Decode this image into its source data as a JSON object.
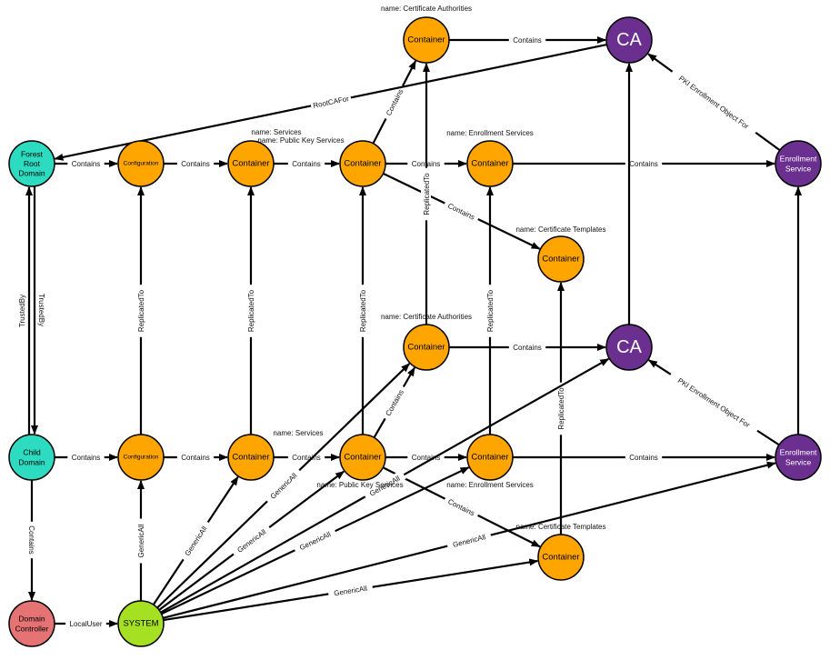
{
  "colors": {
    "domain": "#2ddbc0",
    "controller": "#e57373",
    "system": "#a6e022",
    "container": "#ffa500",
    "ca": "#6a2f8f",
    "edge": "#000000"
  },
  "nodes": [
    {
      "id": "frd",
      "lines": [
        "Forest",
        "Root",
        "Domain"
      ],
      "kind": "domain",
      "caption": ""
    },
    {
      "id": "cfg1",
      "lines": [
        "Configuration"
      ],
      "kind": "container",
      "caption": ""
    },
    {
      "id": "svc1",
      "lines": [
        "Container"
      ],
      "kind": "container",
      "caption": "name: Services"
    },
    {
      "id": "pks1",
      "lines": [
        "Container"
      ],
      "kind": "container",
      "caption": "name: Public Key Services"
    },
    {
      "id": "ca1c",
      "lines": [
        "Container"
      ],
      "kind": "container",
      "caption": "name: Certificate Authorities"
    },
    {
      "id": "ca1",
      "lines": [
        "CA"
      ],
      "kind": "ca",
      "caption": ""
    },
    {
      "id": "es1c",
      "lines": [
        "Container"
      ],
      "kind": "container",
      "caption": "name: Enrollment Services"
    },
    {
      "id": "ct1",
      "lines": [
        "Container"
      ],
      "kind": "container",
      "caption": "name: Certificate Templates"
    },
    {
      "id": "eso1",
      "lines": [
        "Enrollment",
        "Service"
      ],
      "kind": "ca",
      "caption": ""
    },
    {
      "id": "cd",
      "lines": [
        "Child",
        "Domain"
      ],
      "kind": "domain",
      "caption": ""
    },
    {
      "id": "cfg2",
      "lines": [
        "Configuration"
      ],
      "kind": "container",
      "caption": ""
    },
    {
      "id": "svc2",
      "lines": [
        "Container"
      ],
      "kind": "container",
      "caption": "name: Services"
    },
    {
      "id": "pks2",
      "lines": [
        "Container"
      ],
      "kind": "container",
      "caption": "name: Public Key Services"
    },
    {
      "id": "ca2c",
      "lines": [
        "Container"
      ],
      "kind": "container",
      "caption": "name: Certificate Authorities"
    },
    {
      "id": "ca2",
      "lines": [
        "CA"
      ],
      "kind": "ca",
      "caption": ""
    },
    {
      "id": "es2c",
      "lines": [
        "Container"
      ],
      "kind": "container",
      "caption": "name: Enrollment Services"
    },
    {
      "id": "ct2",
      "lines": [
        "Container"
      ],
      "kind": "container",
      "caption": "name: Certificate Templates"
    },
    {
      "id": "eso2",
      "lines": [
        "Enrollment",
        "Service"
      ],
      "kind": "ca",
      "caption": ""
    },
    {
      "id": "dc",
      "lines": [
        "Domain",
        "Controller"
      ],
      "kind": "controller",
      "caption": ""
    },
    {
      "id": "sys",
      "lines": [
        "SYSTEM"
      ],
      "kind": "system",
      "caption": ""
    }
  ],
  "edges": [
    {
      "from": "frd",
      "to": "cfg1",
      "label": "Contains"
    },
    {
      "from": "cfg1",
      "to": "svc1",
      "label": "Contains"
    },
    {
      "from": "svc1",
      "to": "pks1",
      "label": "Contains"
    },
    {
      "from": "pks1",
      "to": "ca1c",
      "label": "Contains"
    },
    {
      "from": "pks1",
      "to": "es1c",
      "label": "Contains"
    },
    {
      "from": "pks1",
      "to": "ct1",
      "label": "Contains"
    },
    {
      "from": "ca1c",
      "to": "ca1",
      "label": "Contains"
    },
    {
      "from": "es1c",
      "to": "eso1",
      "label": "Contains"
    },
    {
      "from": "eso1",
      "to": "ca1",
      "label": "PKI Enrollment Object For"
    },
    {
      "from": "ca1",
      "to": "frd",
      "label": "RootCAFor"
    },
    {
      "from": "frd",
      "to": "cd",
      "label": "TrustedBy"
    },
    {
      "from": "cd",
      "to": "frd",
      "label": "TrustedBy"
    },
    {
      "from": "cd",
      "to": "cfg2",
      "label": "Contains"
    },
    {
      "from": "cfg2",
      "to": "svc2",
      "label": "Contains"
    },
    {
      "from": "svc2",
      "to": "pks2",
      "label": "Contains"
    },
    {
      "from": "pks2",
      "to": "ca2c",
      "label": "Contains"
    },
    {
      "from": "pks2",
      "to": "es2c",
      "label": "Contains"
    },
    {
      "from": "pks2",
      "to": "ct2",
      "label": "Contains"
    },
    {
      "from": "ca2c",
      "to": "ca2",
      "label": "Contains"
    },
    {
      "from": "es2c",
      "to": "eso2",
      "label": "Contains"
    },
    {
      "from": "eso2",
      "to": "ca2",
      "label": "PKI Enrollment Object For"
    },
    {
      "from": "cfg2",
      "to": "cfg1",
      "label": "ReplicatedTo"
    },
    {
      "from": "svc2",
      "to": "svc1",
      "label": "ReplicatedTo"
    },
    {
      "from": "pks2",
      "to": "pks1",
      "label": "ReplicatedTo"
    },
    {
      "from": "ca2c",
      "to": "ca1c",
      "label": "ReplicatedTo"
    },
    {
      "from": "es2c",
      "to": "es1c",
      "label": "ReplicatedTo"
    },
    {
      "from": "ct2",
      "to": "ct1",
      "label": "ReplicatedTo"
    },
    {
      "from": "ca2",
      "to": "ca1",
      "label": ""
    },
    {
      "from": "eso2",
      "to": "eso1",
      "label": ""
    },
    {
      "from": "cd",
      "to": "dc",
      "label": "Contains"
    },
    {
      "from": "dc",
      "to": "sys",
      "label": "LocalUser"
    },
    {
      "from": "sys",
      "to": "cfg2",
      "label": "GenericAll"
    },
    {
      "from": "sys",
      "to": "svc2",
      "label": "GenericAll"
    },
    {
      "from": "sys",
      "to": "pks2",
      "label": "GenericAll"
    },
    {
      "from": "sys",
      "to": "ca2c",
      "label": "GenericAll"
    },
    {
      "from": "sys",
      "to": "ca2",
      "label": "GenericAll"
    },
    {
      "from": "sys",
      "to": "es2c",
      "label": "GenericAll"
    },
    {
      "from": "sys",
      "to": "eso2",
      "label": "GenericAll"
    },
    {
      "from": "sys",
      "to": "ct2",
      "label": "GenericAll"
    }
  ]
}
